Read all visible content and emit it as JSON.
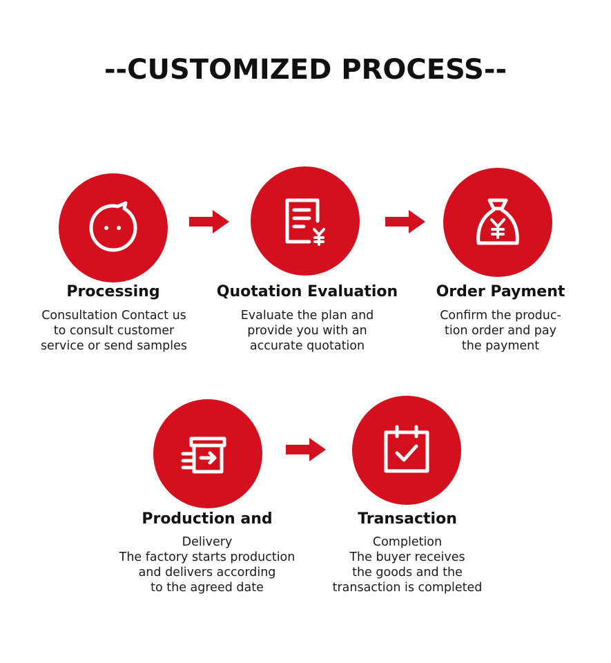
{
  "title": "--CUSTOMIZED PROCESS--",
  "accent_color": "#d4101f",
  "steps": [
    {
      "title": "Processing",
      "icon": "chat-bubble-face-icon",
      "desc": [
        "Consultation Contact us",
        "to consult customer",
        "service or send samples"
      ]
    },
    {
      "title": "Quotation Evaluation",
      "icon": "document-yen-icon",
      "desc": [
        "Evaluate the plan and",
        "provide you with an",
        "accurate quotation"
      ]
    },
    {
      "title": "Order Payment",
      "icon": "money-bag-yen-icon",
      "desc": [
        "Confirm the produc-",
        "tion order and pay",
        "the payment"
      ]
    },
    {
      "title": "Production and",
      "icon": "box-shipping-arrow-icon",
      "desc": [
        "Delivery",
        "The factory starts production",
        "and delivers according",
        "to the agreed date"
      ]
    },
    {
      "title": "Transaction",
      "icon": "calendar-check-icon",
      "desc": [
        "Completion",
        "The buyer receives",
        "the goods and the",
        "transaction is completed"
      ]
    }
  ]
}
